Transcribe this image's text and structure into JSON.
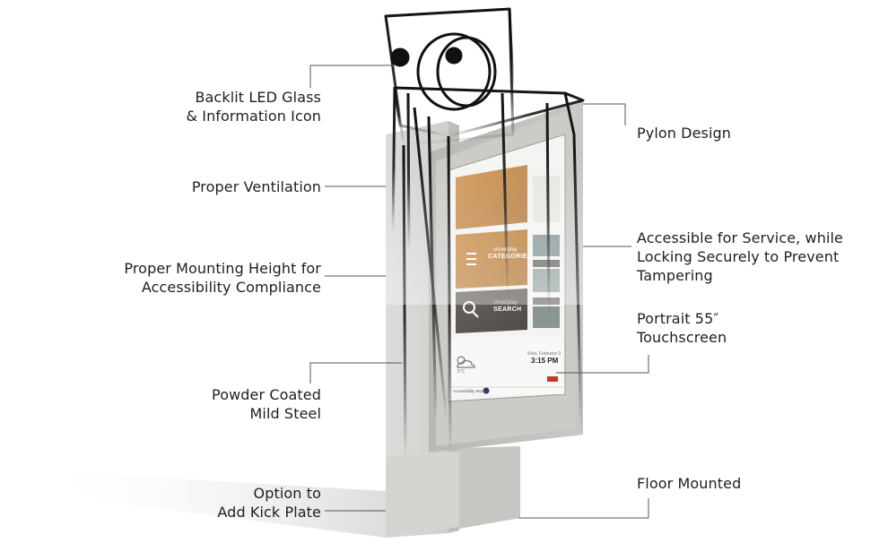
{
  "colors": {
    "ink": "#1e1e1e",
    "leader_line": "#555555",
    "steel_light": "#d7d7d5",
    "steel_mid": "#c2c2bf",
    "steel_dark": "#a9a9a6",
    "tile_orange": "#c98a3f",
    "tile_dark": "#5f5a55"
  },
  "callouts": {
    "backlit": [
      "Backlit LED Glass",
      "& Information Icon"
    ],
    "ventilation": [
      "Proper Ventilation"
    ],
    "mounting": [
      "Proper Mounting Height for",
      "Accessibility Compliance"
    ],
    "steel": [
      "Powder Coated",
      "Mild Steel"
    ],
    "kick": [
      "Option to",
      "Add Kick Plate"
    ],
    "pylon": [
      "Pylon Design"
    ],
    "service": [
      "Accessible for Service, while",
      "Locking Securely to Prevent",
      "Tampering"
    ],
    "portrait": [
      "Portrait 55″",
      "Touchscreen"
    ],
    "floor": [
      "Floor Mounted"
    ]
  },
  "screen": {
    "categories_small": "show/play",
    "categories_label": "CATEGORIES",
    "search_small": "show/play",
    "search_label": "SEARCH",
    "date": "Wed, February 9",
    "time": "3:15 PM",
    "temperature": "5°C",
    "footer": "Accessibility Mode",
    "icons": {
      "info": "info-icon",
      "list": "list-icon",
      "search": "search-icon",
      "weather": "cloud-sun-icon"
    }
  }
}
